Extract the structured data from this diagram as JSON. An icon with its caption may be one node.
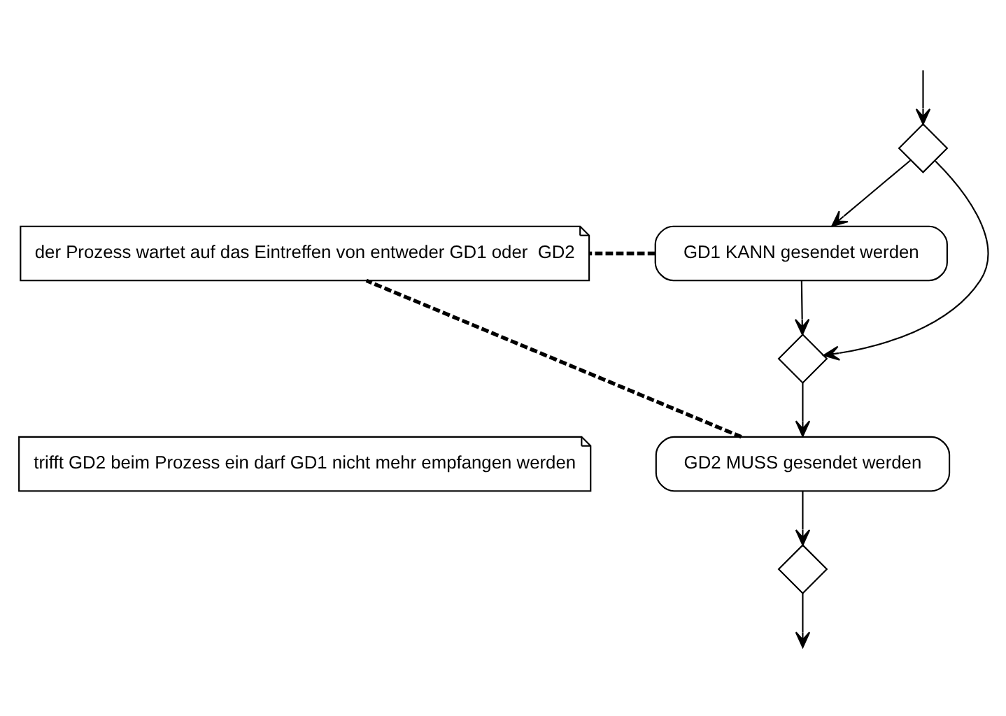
{
  "diagram": {
    "nodes": [
      {
        "text": [],
        "shape": "diamond"
      },
      {
        "text": [
          "GD1 KANN gesendet werden"
        ]
      },
      {
        "text": [
          "der Prozess wartet auf das Eintreffen von entweder GD1 oder  GD2"
        ]
      },
      {
        "text": [],
        "shape": "diamond"
      },
      {
        "text": [
          "GD2 MUSS gesendet werden"
        ]
      },
      {
        "text": [
          "trifft GD2 beim Prozess ein darf GD1 nicht mehr empfangen werden"
        ]
      },
      {
        "text": [],
        "shape": "diamond"
      }
    ],
    "edges": [
      {
        "from": null,
        "to": 0,
        "arrow": "to"
      },
      {
        "from": 0,
        "to": 1,
        "arrow": "to"
      },
      {
        "from": 0,
        "to": 3,
        "arrow": "to"
      },
      {
        "from": 1,
        "to": 3,
        "arrow": "to"
      },
      {
        "from": 3,
        "to": 4,
        "arrow": "to"
      },
      {
        "from": 4,
        "to": 6,
        "arrow": "to"
      },
      {
        "from": 6,
        "to": null,
        "arrow": "to"
      },
      {
        "from": 1,
        "to": 2,
        "arrow": "none",
        "style": "dashed"
      },
      {
        "from": 4,
        "to": 2,
        "arrow": "none",
        "style": "dashed"
      }
    ]
  }
}
